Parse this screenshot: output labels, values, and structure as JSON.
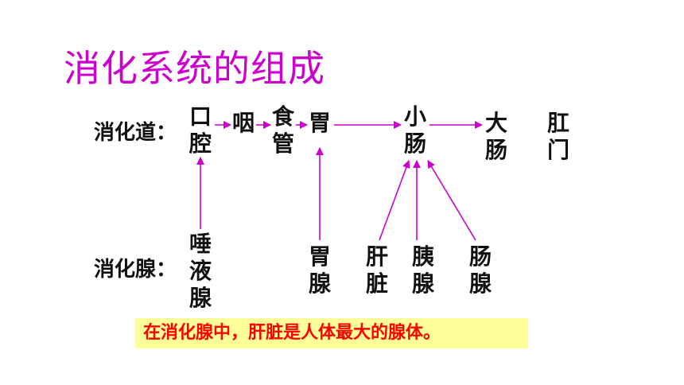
{
  "title": "消化系统的组成",
  "tract": {
    "label": "消化道：",
    "organs": [
      {
        "id": "mouth",
        "lines": [
          "口",
          "腔"
        ]
      },
      {
        "id": "pharynx",
        "lines": [
          "咽"
        ]
      },
      {
        "id": "esophagus",
        "lines": [
          "食",
          "管"
        ]
      },
      {
        "id": "stomach",
        "lines": [
          "胃"
        ]
      },
      {
        "id": "small-intestine",
        "lines": [
          "小",
          "肠"
        ]
      },
      {
        "id": "large-intestine",
        "lines": [
          "大",
          "肠"
        ]
      },
      {
        "id": "anus",
        "lines": [
          "肛",
          "门"
        ]
      }
    ]
  },
  "glands": {
    "label": "消化腺：",
    "items": [
      {
        "id": "salivary-gland",
        "lines": [
          "唾",
          "液",
          "腺"
        ]
      },
      {
        "id": "gastric-gland",
        "lines": [
          "胃",
          "腺"
        ]
      },
      {
        "id": "liver",
        "lines": [
          "肝",
          "脏"
        ]
      },
      {
        "id": "pancreas",
        "lines": [
          "胰",
          "腺"
        ]
      },
      {
        "id": "intestinal-gland",
        "lines": [
          "肠",
          "腺"
        ]
      }
    ]
  },
  "note": "在消化腺中，肝脏是人体最大的腺体。",
  "colors": {
    "title": "#cc00cc",
    "arrow": "#cc00cc",
    "note_bg": "#ffff99",
    "note_text": "#ff0000"
  }
}
